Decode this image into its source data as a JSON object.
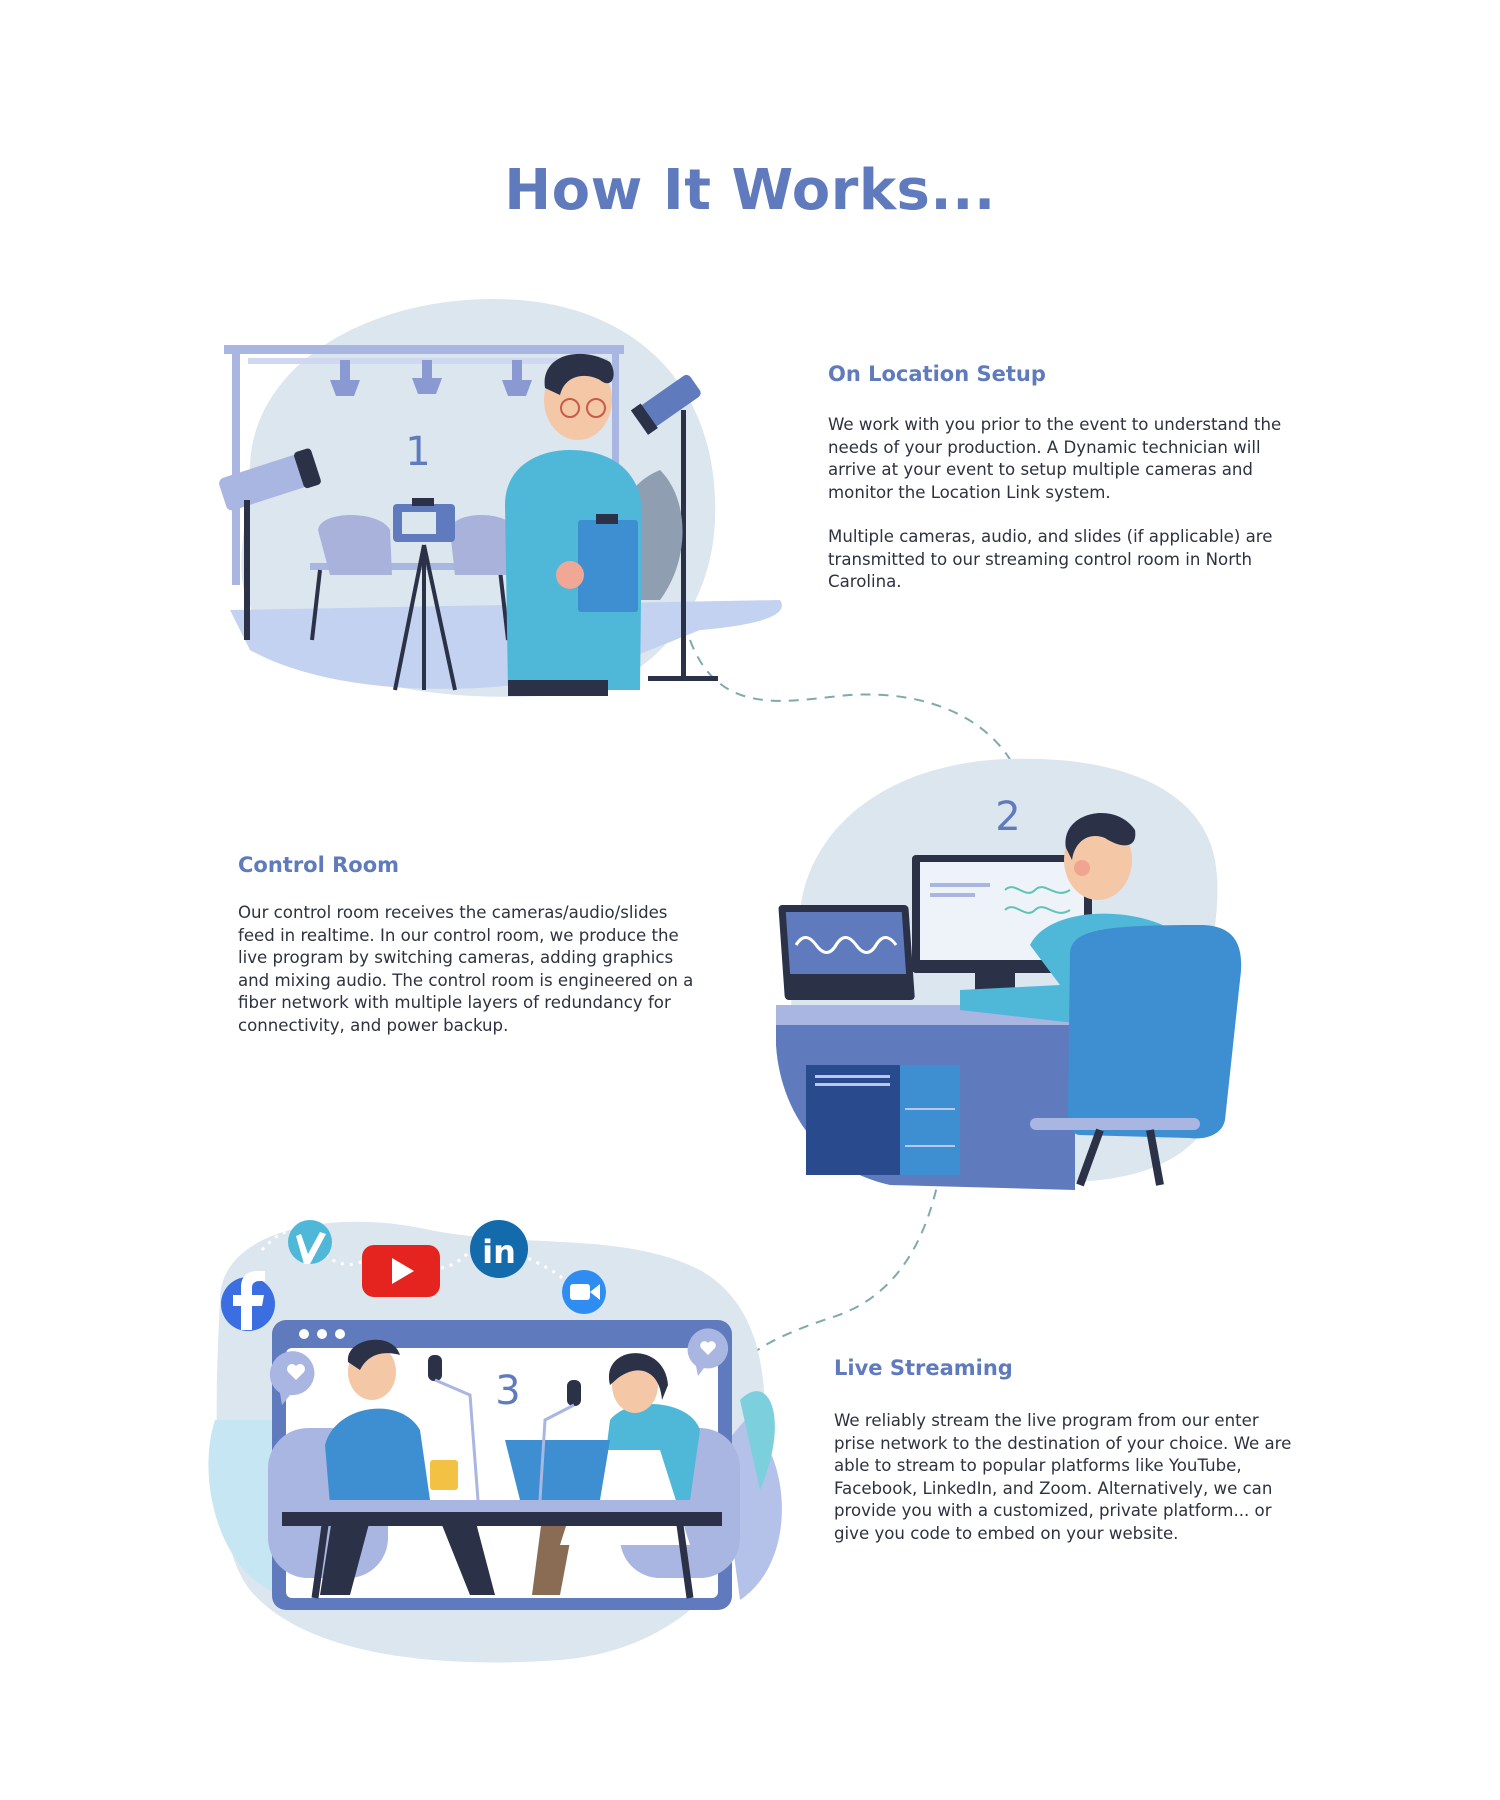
{
  "page": {
    "title": "How It Works...",
    "accent_color": "#5f7bbd",
    "text_color": "#2e3240"
  },
  "steps": [
    {
      "number": "1",
      "heading": "On Location Setup",
      "paragraphs": [
        "We work with you prior to the event to understand the needs of your production. A Dynamic technician will arrive at your event to setup multiple cameras and monitor the Location Link system.",
        "Multiple cameras, audio, and slides (if applicable) are transmitted to our streaming control room in North Carolina."
      ],
      "illustration": "film-set-illustration"
    },
    {
      "number": "2",
      "heading": "Control Room",
      "paragraphs": [
        "Our control room receives the cameras/audio/slides feed in realtime. In our control room, we produce the live program by switching cameras, adding graphics and mixing audio. The control room is engineered on a fiber network with multiple layers of redundancy for connectivity, and power backup."
      ],
      "illustration": "control-room-illustration"
    },
    {
      "number": "3",
      "heading": "Live Streaming",
      "paragraphs": [
        "We reliably stream the live program from our enter prise network to the destination of your choice. We are able to stream to popular platforms like YouTube, Facebook, LinkedIn, and Zoom. Alternatively, we can provide you with a customized, private platform... or give you code to embed on your website."
      ],
      "illustration": "live-stream-illustration",
      "platform_icons": [
        "facebook-icon",
        "vimeo-icon",
        "youtube-icon",
        "linkedin-icon",
        "zoom-icon"
      ]
    }
  ]
}
